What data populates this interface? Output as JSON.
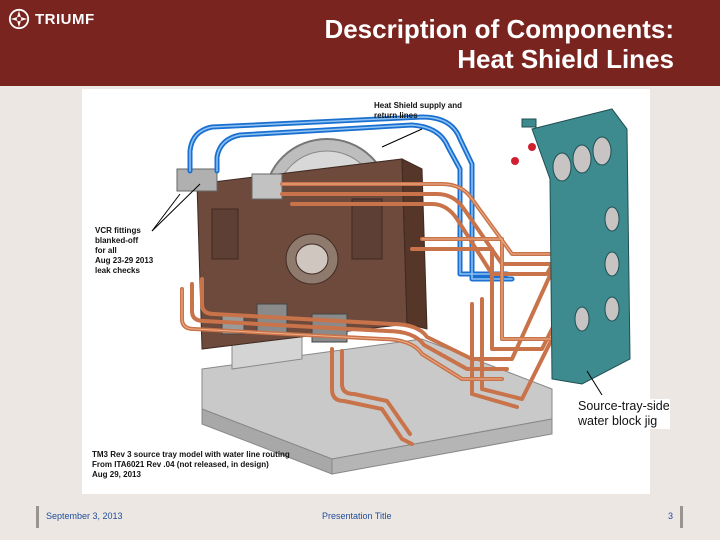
{
  "header": {
    "logo_text": "TRIUMF",
    "title_line1": "Description of Components:",
    "title_line2": "Heat Shield Lines"
  },
  "figure": {
    "label_supply_line1": "Heat Shield supply and",
    "label_supply_line2": "return lines",
    "label_vcr_lines": [
      "VCR fittings",
      "blanked-off",
      "for all",
      "Aug 23-29 2013",
      "leak checks"
    ],
    "caption_lines": [
      "TM3 Rev 3 source tray model with water line routing",
      "From ITA6021 Rev .04 (not released, in design)",
      "Aug 29, 2013"
    ],
    "jig_label_line1": "Source-tray-side",
    "jig_label_line2": "water block jig"
  },
  "footer": {
    "date": "September 3, 2013",
    "presentation_title": "Presentation Title",
    "page_number": "3"
  }
}
